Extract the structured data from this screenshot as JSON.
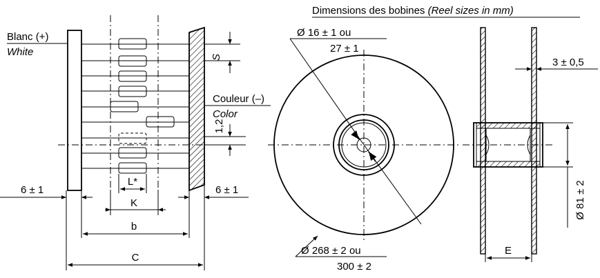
{
  "labels": {
    "title_fr": "Dimensions des bobines ",
    "title_en": "(Reel sizes in mm)",
    "blanc": "Blanc (+)",
    "white": "White",
    "couleur": "Couleur (–)",
    "color": "Color",
    "s": "S",
    "pitch": "1,2",
    "lstar": "L*",
    "k": "K",
    "b": "b",
    "c": "C",
    "margin_left": "6 ± 1",
    "margin_right": "6 ± 1",
    "hub_dia_1": "Ø 16 ± 1 ou",
    "hub_dia_2": "27 ± 1",
    "reel_dia_1": "Ø 268 ± 2 ou",
    "reel_dia_2": "300 ± 2",
    "flange": "3 ± 0,5",
    "core_dia": "Ø 81 ± 2",
    "e": "E"
  },
  "colors": {
    "ink": "#000000",
    "background": "#ffffff"
  }
}
